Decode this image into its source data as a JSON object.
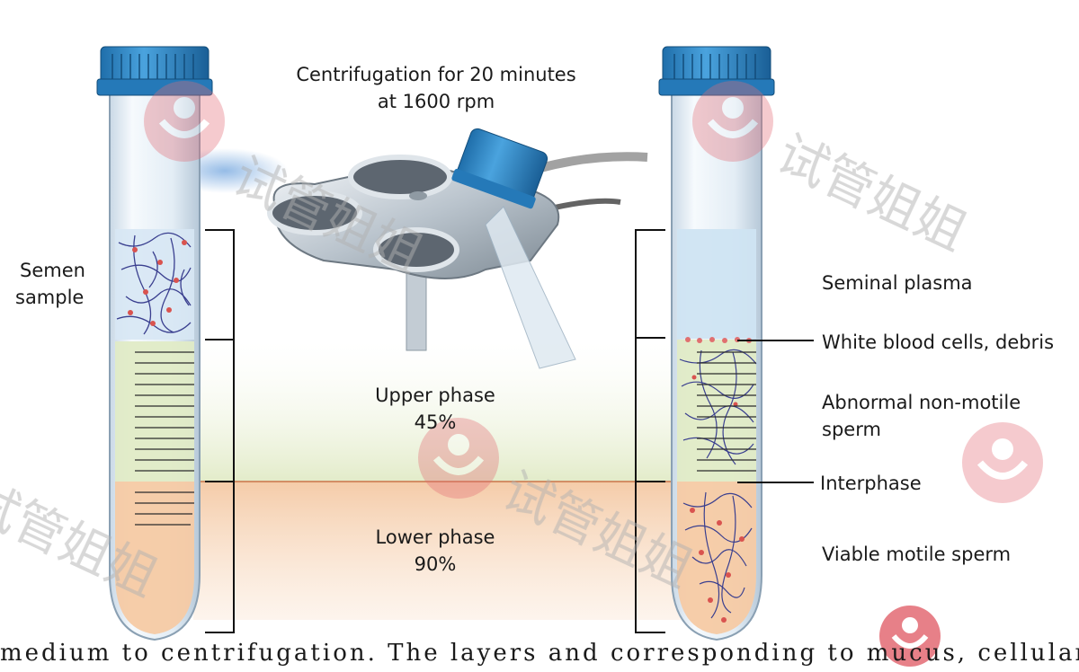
{
  "centrifuge_label": {
    "line1": "Centrifugation for 20 minutes",
    "line2": "at 1600 rpm"
  },
  "left_tube": {
    "label_line1": "Semen",
    "label_line2": "sample"
  },
  "middle_labels": {
    "upper_name": "Upper phase",
    "upper_pct": "45%",
    "lower_name": "Lower phase",
    "lower_pct": "90%"
  },
  "right_labels": {
    "seminal_plasma": "Seminal plasma",
    "wbc": "White blood cells, debris",
    "abnormal_line1": "Abnormal non-motile",
    "abnormal_line2": "sperm",
    "interphase": "Interphase",
    "viable": "Viable motile sperm"
  },
  "watermark": {
    "text": "试管姐姐"
  },
  "footer_caption": "medium to centrifugation. The layers and corresponding to mucus, cellular ... and the",
  "colors": {
    "cap_blue": "#2f86c9",
    "upper_phase": "#e6efcf",
    "lower_phase": "#f7dcc3",
    "plasma": "#cfe4f2",
    "sperm_lines": "#3a3f8f",
    "sperm_heads": "#d9534f",
    "watermark": "#e36b74"
  }
}
